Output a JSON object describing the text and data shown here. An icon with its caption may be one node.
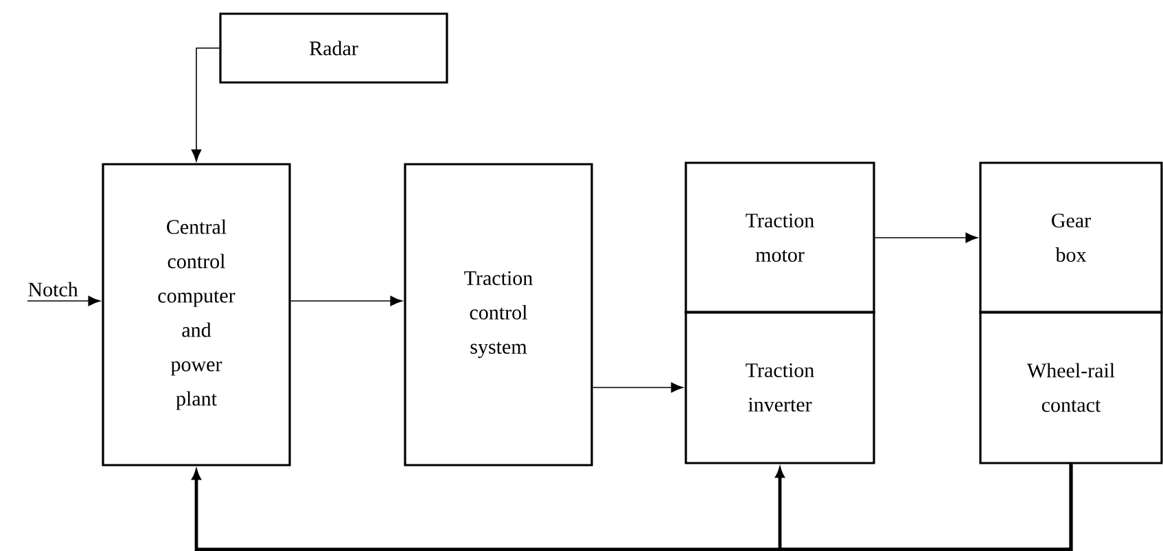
{
  "diagram": {
    "nodes": [
      {
        "text": [
          "Radar"
        ]
      },
      {
        "text": [
          "Notch"
        ]
      },
      {
        "text": [
          "Central control computer and power plant"
        ]
      },
      {
        "text": [
          "Traction control system"
        ]
      },
      {
        "text": [
          "Traction motor"
        ]
      },
      {
        "text": [
          "Traction inverter"
        ]
      },
      {
        "text": [
          "Gear box"
        ]
      },
      {
        "text": [
          "Wheel-rail contact"
        ]
      }
    ],
    "edges": [
      {
        "from": 0,
        "to": 2,
        "arrow": "to"
      },
      {
        "from": 1,
        "to": 2,
        "arrow": "to"
      },
      {
        "from": 2,
        "to": 3,
        "arrow": "to"
      },
      {
        "from": 3,
        "to": 5,
        "arrow": "to"
      },
      {
        "from": 4,
        "to": 6,
        "arrow": "to"
      },
      {
        "from": 7,
        "to": 2,
        "arrow": "to",
        "style": "thick"
      },
      {
        "from": 7,
        "to": 5,
        "arrow": "to",
        "style": "thick"
      }
    ]
  }
}
